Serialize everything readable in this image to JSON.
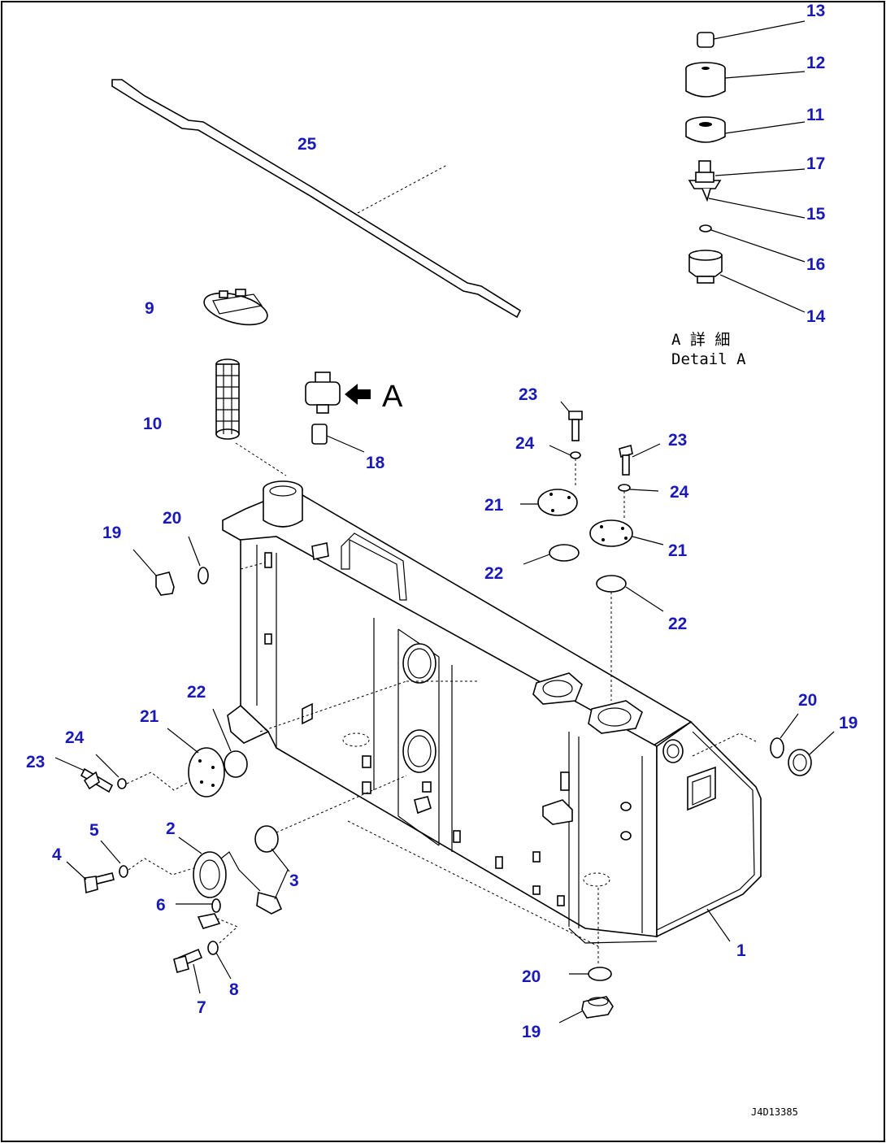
{
  "callouts": {
    "c1": "1",
    "c2": "2",
    "c3": "3",
    "c4": "4",
    "c5": "5",
    "c6": "6",
    "c7": "7",
    "c8": "8",
    "c9": "9",
    "c10": "10",
    "c11": "11",
    "c12": "12",
    "c13": "13",
    "c14": "14",
    "c15": "15",
    "c16": "16",
    "c17": "17",
    "c18": "18",
    "c19a": "19",
    "c19b": "19",
    "c19c": "19",
    "c20a": "20",
    "c20b": "20",
    "c20c": "20",
    "c21a": "21",
    "c21b": "21",
    "c21c": "21",
    "c22a": "22",
    "c22b": "22",
    "c22c": "22",
    "c23a": "23",
    "c23b": "23",
    "c23c": "23",
    "c24a": "24",
    "c24b": "24",
    "c24c": "24",
    "c25": "25"
  },
  "detail": {
    "jp": "A 詳 細",
    "en": "Detail A",
    "view_letter": "A"
  },
  "drawing_id": "J4D13385",
  "colors": {
    "callout": "#1a1ab8",
    "line": "#000000",
    "background": "#ffffff"
  },
  "icons": {
    "view_arrow": "arrow-left-icon"
  }
}
